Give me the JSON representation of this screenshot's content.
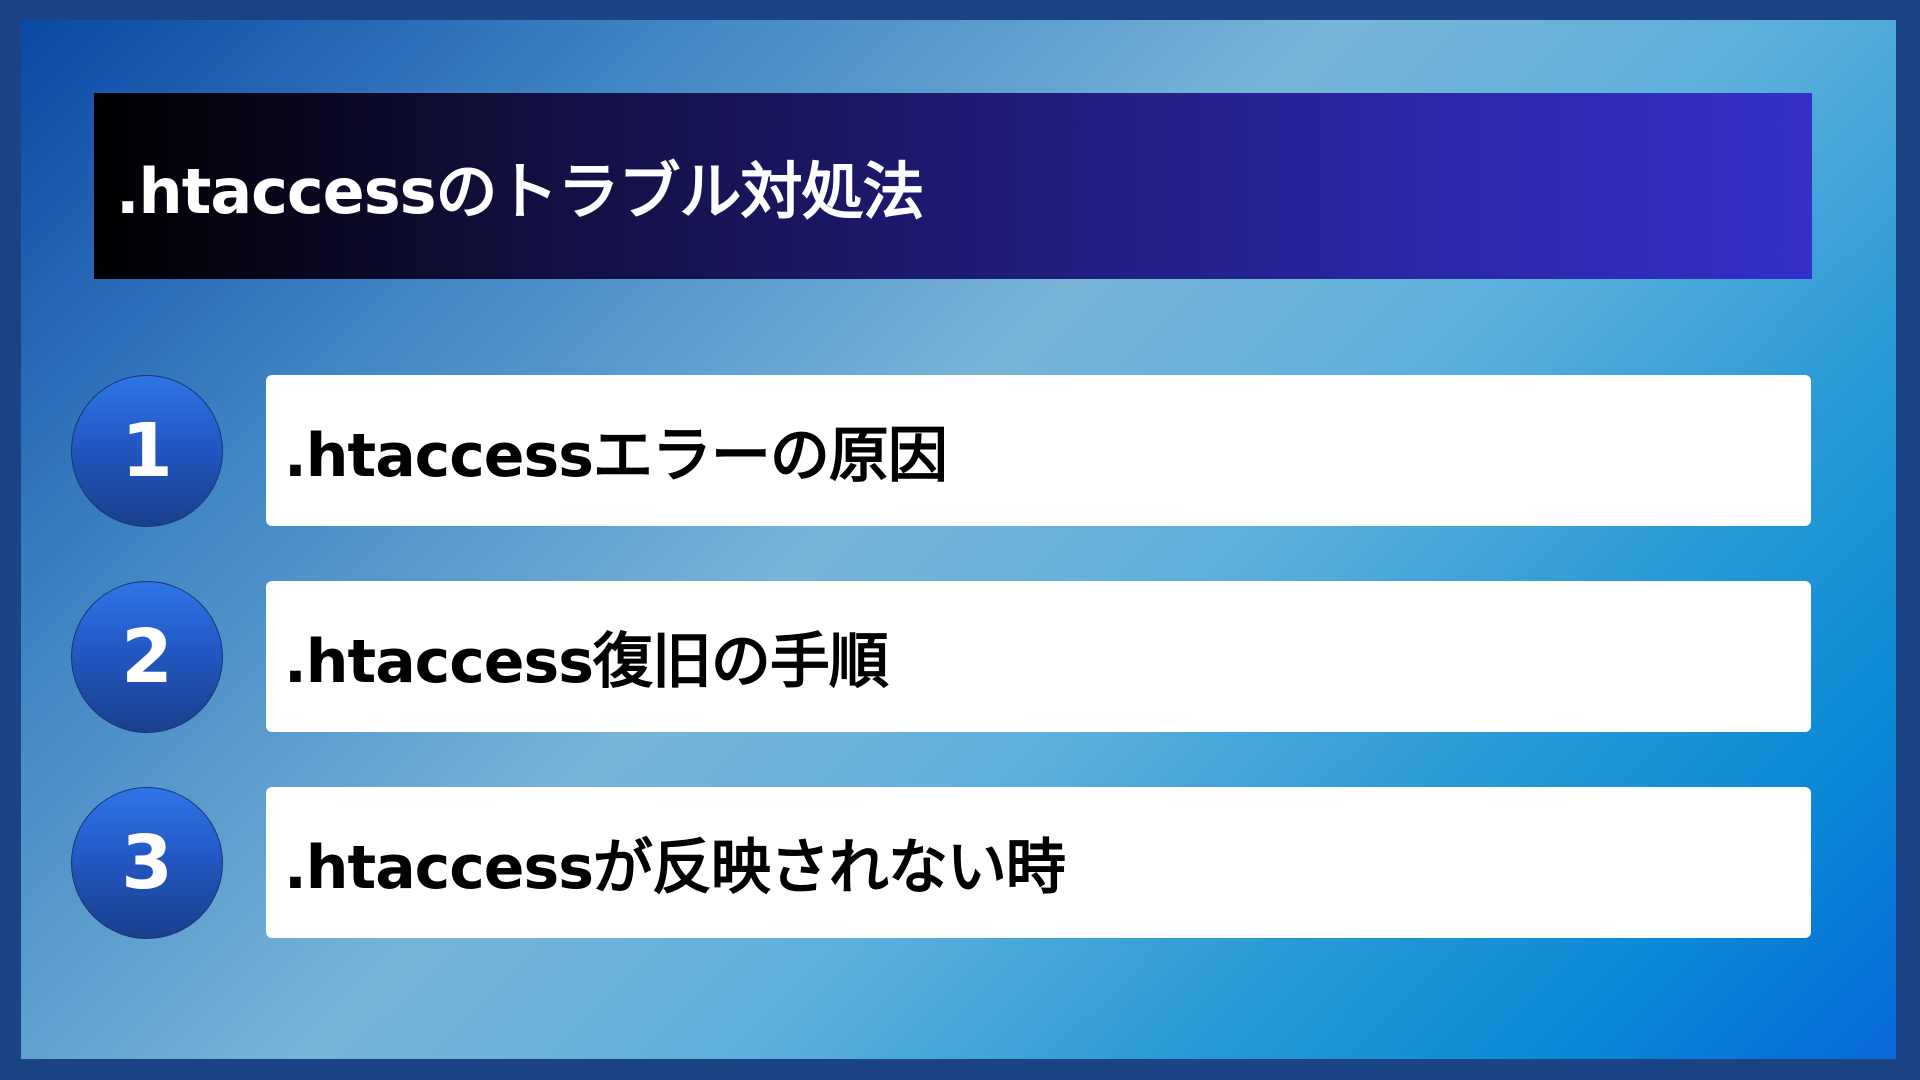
{
  "slide": {
    "title": ".htaccessのトラブル対処法",
    "items": [
      {
        "number": "1",
        "label": ".htaccessエラーの原因"
      },
      {
        "number": "2",
        "label": ".htaccess復旧の手順"
      },
      {
        "number": "3",
        "label": ".htaccessが反映されない時"
      }
    ]
  },
  "colors": {
    "outer_border": "#1c4386",
    "title_bar_start": "#000000",
    "title_bar_end": "#3430c8",
    "circle_top": "#2f76e8",
    "circle_bottom": "#1a3f8e",
    "card_bg": "#ffffff",
    "text_on_card": "#000000",
    "text_on_title": "#ffffff"
  }
}
